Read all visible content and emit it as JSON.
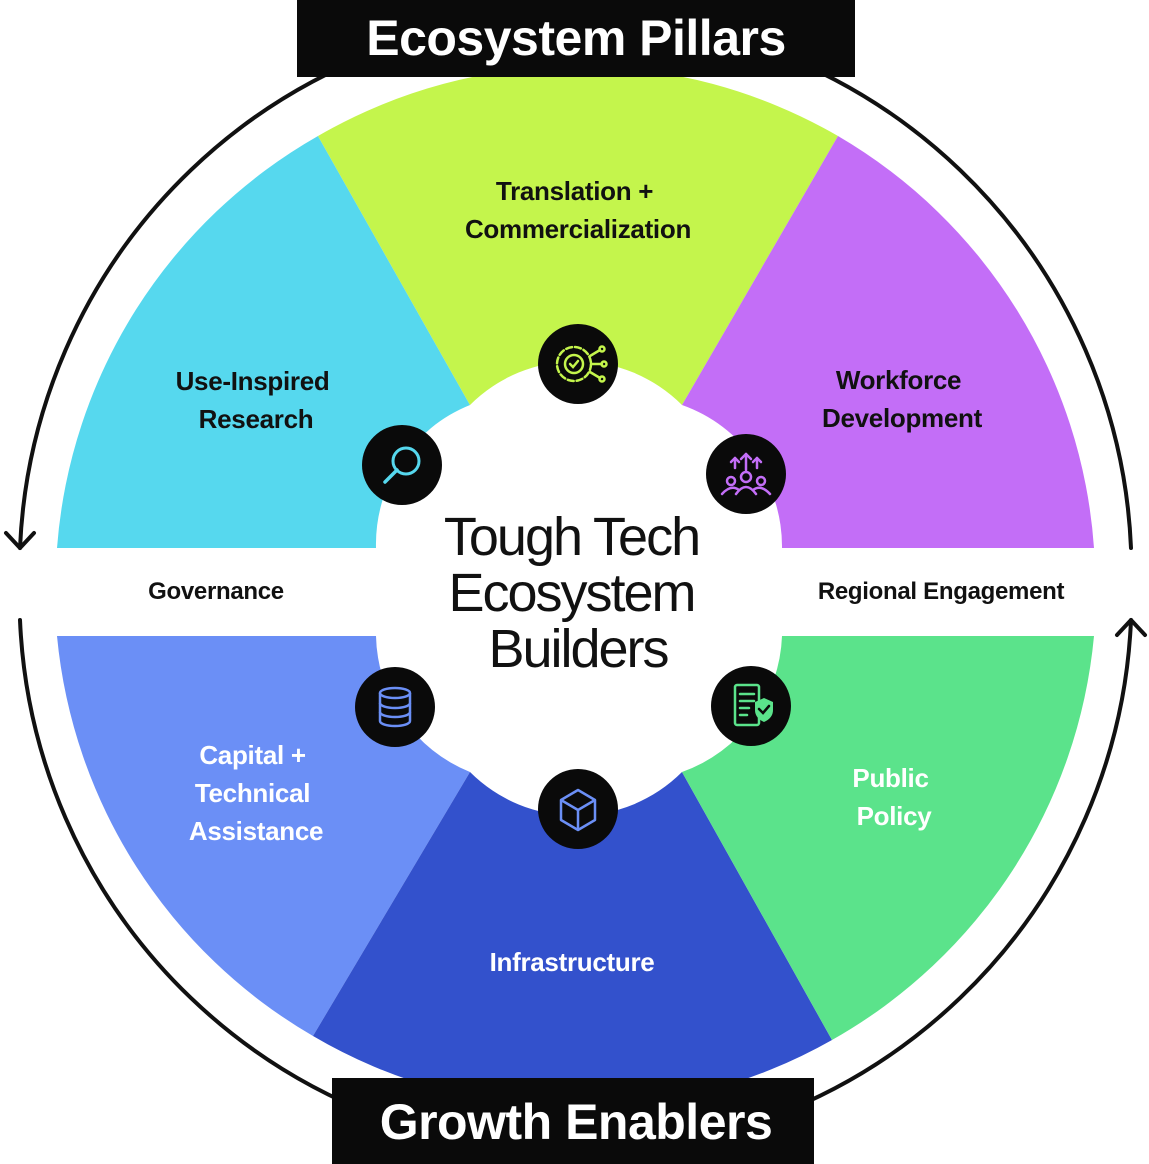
{
  "banners": {
    "top": "Ecosystem Pillars",
    "bottom": "Growth Enablers"
  },
  "center": {
    "lines": [
      "Tough Tech",
      "Ecosystem",
      "Builders"
    ]
  },
  "side_labels": {
    "left": "Governance",
    "right": "Regional Engagement"
  },
  "segments": [
    {
      "id": "use-inspired-research",
      "lines": [
        "Use-Inspired",
        "Research"
      ],
      "color": "#56D8EE",
      "text_color": "#111111",
      "icon": "magnifier-icon",
      "icon_color": "#56D8EE"
    },
    {
      "id": "translation-commercialization",
      "lines": [
        "Translation +",
        "Commercialization"
      ],
      "color": "#C4F54C",
      "text_color": "#111111",
      "icon": "gear-network-icon",
      "icon_color": "#C4F54C"
    },
    {
      "id": "workforce-development",
      "lines": [
        "Workforce",
        "Development"
      ],
      "color": "#C36EF7",
      "text_color": "#111111",
      "icon": "people-growth-icon",
      "icon_color": "#C36EF7"
    },
    {
      "id": "capital-technical-assistance",
      "lines": [
        "Capital +",
        "Technical",
        "Assistance"
      ],
      "color": "#6B8FF6",
      "text_color": "#FFFFFF",
      "icon": "database-icon",
      "icon_color": "#6B8FF6"
    },
    {
      "id": "infrastructure",
      "lines": [
        "Infrastructure"
      ],
      "color": "#3351CC",
      "text_color": "#FFFFFF",
      "icon": "cube-icon",
      "icon_color": "#6B8FF6"
    },
    {
      "id": "public-policy",
      "lines": [
        "Public",
        "Policy"
      ],
      "color": "#5BE38B",
      "text_color": "#FFFFFF",
      "icon": "policy-document-icon",
      "icon_color": "#5BE38B"
    }
  ]
}
